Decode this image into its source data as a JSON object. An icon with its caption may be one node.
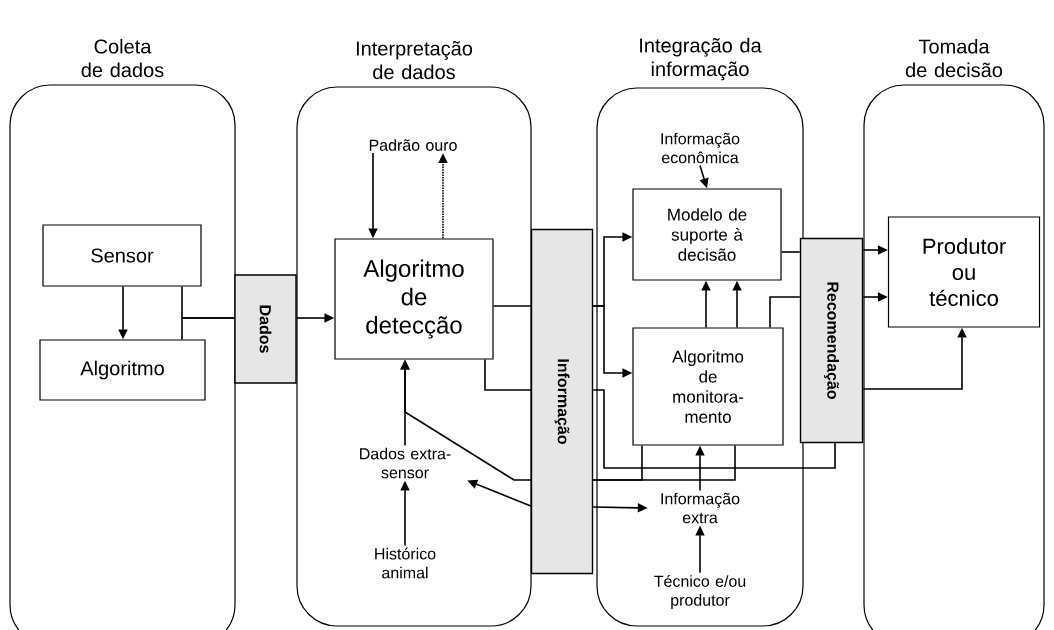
{
  "diagram": {
    "nodes": [
      {
        "text": [
          "Coleta de dados"
        ]
      },
      {
        "text": [
          "Sensor"
        ],
        "in": 0
      },
      {
        "text": [
          "Algoritmo"
        ],
        "in": 0
      },
      {
        "text": [
          "Dados"
        ]
      },
      {
        "text": [
          "Interpretação de dados"
        ]
      },
      {
        "text": [
          "Padrão ouro"
        ],
        "in": 4
      },
      {
        "text": [
          "Algoritmo de detecção"
        ],
        "in": 4
      },
      {
        "text": [
          "Dados extra- sensor"
        ],
        "in": 4
      },
      {
        "text": [
          "Histórico animal"
        ],
        "in": 4
      },
      {
        "text": [
          "Informação"
        ]
      },
      {
        "text": [
          "Integração da informação"
        ]
      },
      {
        "text": [
          "Informação econômica"
        ],
        "in": 10
      },
      {
        "text": [
          "Modelo de suporte à decisão"
        ],
        "in": 10
      },
      {
        "text": [
          "Algoritmo de monitora- mento"
        ],
        "in": 10
      },
      {
        "text": [
          "Informação extra"
        ],
        "in": 10
      },
      {
        "text": [
          "Técnico e/ou produtor"
        ],
        "in": 10
      },
      {
        "text": [
          "Recomendação"
        ]
      },
      {
        "text": [
          "Tomada de decisão"
        ]
      },
      {
        "text": [
          "Produtor ou técnico"
        ],
        "in": 17
      }
    ],
    "edges": [
      {
        "from": 1,
        "to": 2,
        "arrow": "to"
      },
      {
        "from": 1,
        "to": 3,
        "arrow": "none"
      },
      {
        "from": 2,
        "to": 3,
        "arrow": "none"
      },
      {
        "from": 3,
        "to": 6,
        "arrow": "to"
      },
      {
        "from": 5,
        "to": 6,
        "arrow": "to"
      },
      {
        "from": 6,
        "to": 5,
        "arrow": "to",
        "style": "dashed"
      },
      {
        "from": 6,
        "to": 9,
        "arrow": "none"
      },
      {
        "from": 6,
        "to": 9,
        "arrow": "none"
      },
      {
        "from": 7,
        "to": 6,
        "arrow": "to"
      },
      {
        "from": 9,
        "to": 6,
        "arrow": "to"
      },
      {
        "from": 9,
        "to": 7,
        "arrow": "to"
      },
      {
        "from": 8,
        "to": 7,
        "arrow": "to"
      },
      {
        "from": 9,
        "to": 12,
        "arrow": "to"
      },
      {
        "from": 9,
        "to": 13,
        "arrow": "to"
      },
      {
        "from": 11,
        "to": 12,
        "arrow": "to"
      },
      {
        "from": 13,
        "to": 12,
        "arrow": "to"
      },
      {
        "from": 13,
        "to": 12,
        "arrow": "to"
      },
      {
        "from": 12,
        "to": 16,
        "arrow": "none"
      },
      {
        "from": 13,
        "to": 16,
        "arrow": "none"
      },
      {
        "from": 9,
        "to": 16,
        "arrow": "none"
      },
      {
        "from": 13,
        "to": 9,
        "arrow": "none"
      },
      {
        "from": 13,
        "to": 9,
        "arrow": "none"
      },
      {
        "from": 9,
        "to": 14,
        "arrow": "to"
      },
      {
        "from": 14,
        "to": 13,
        "arrow": "to"
      },
      {
        "from": 15,
        "to": 14,
        "arrow": "to"
      },
      {
        "from": 16,
        "to": 18,
        "arrow": "to"
      },
      {
        "from": 16,
        "to": 18,
        "arrow": "to"
      },
      {
        "from": 16,
        "to": 18,
        "arrow": "to"
      }
    ]
  }
}
